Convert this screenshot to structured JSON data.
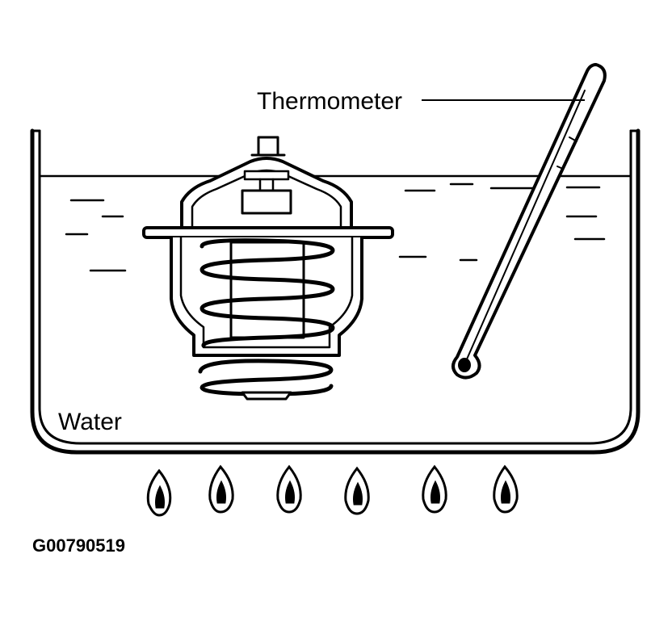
{
  "labels": {
    "thermometer": "Thermometer",
    "water": "Water",
    "figure_code": "G00790519"
  },
  "colors": {
    "ink": "#000000",
    "paper": "#ffffff"
  }
}
